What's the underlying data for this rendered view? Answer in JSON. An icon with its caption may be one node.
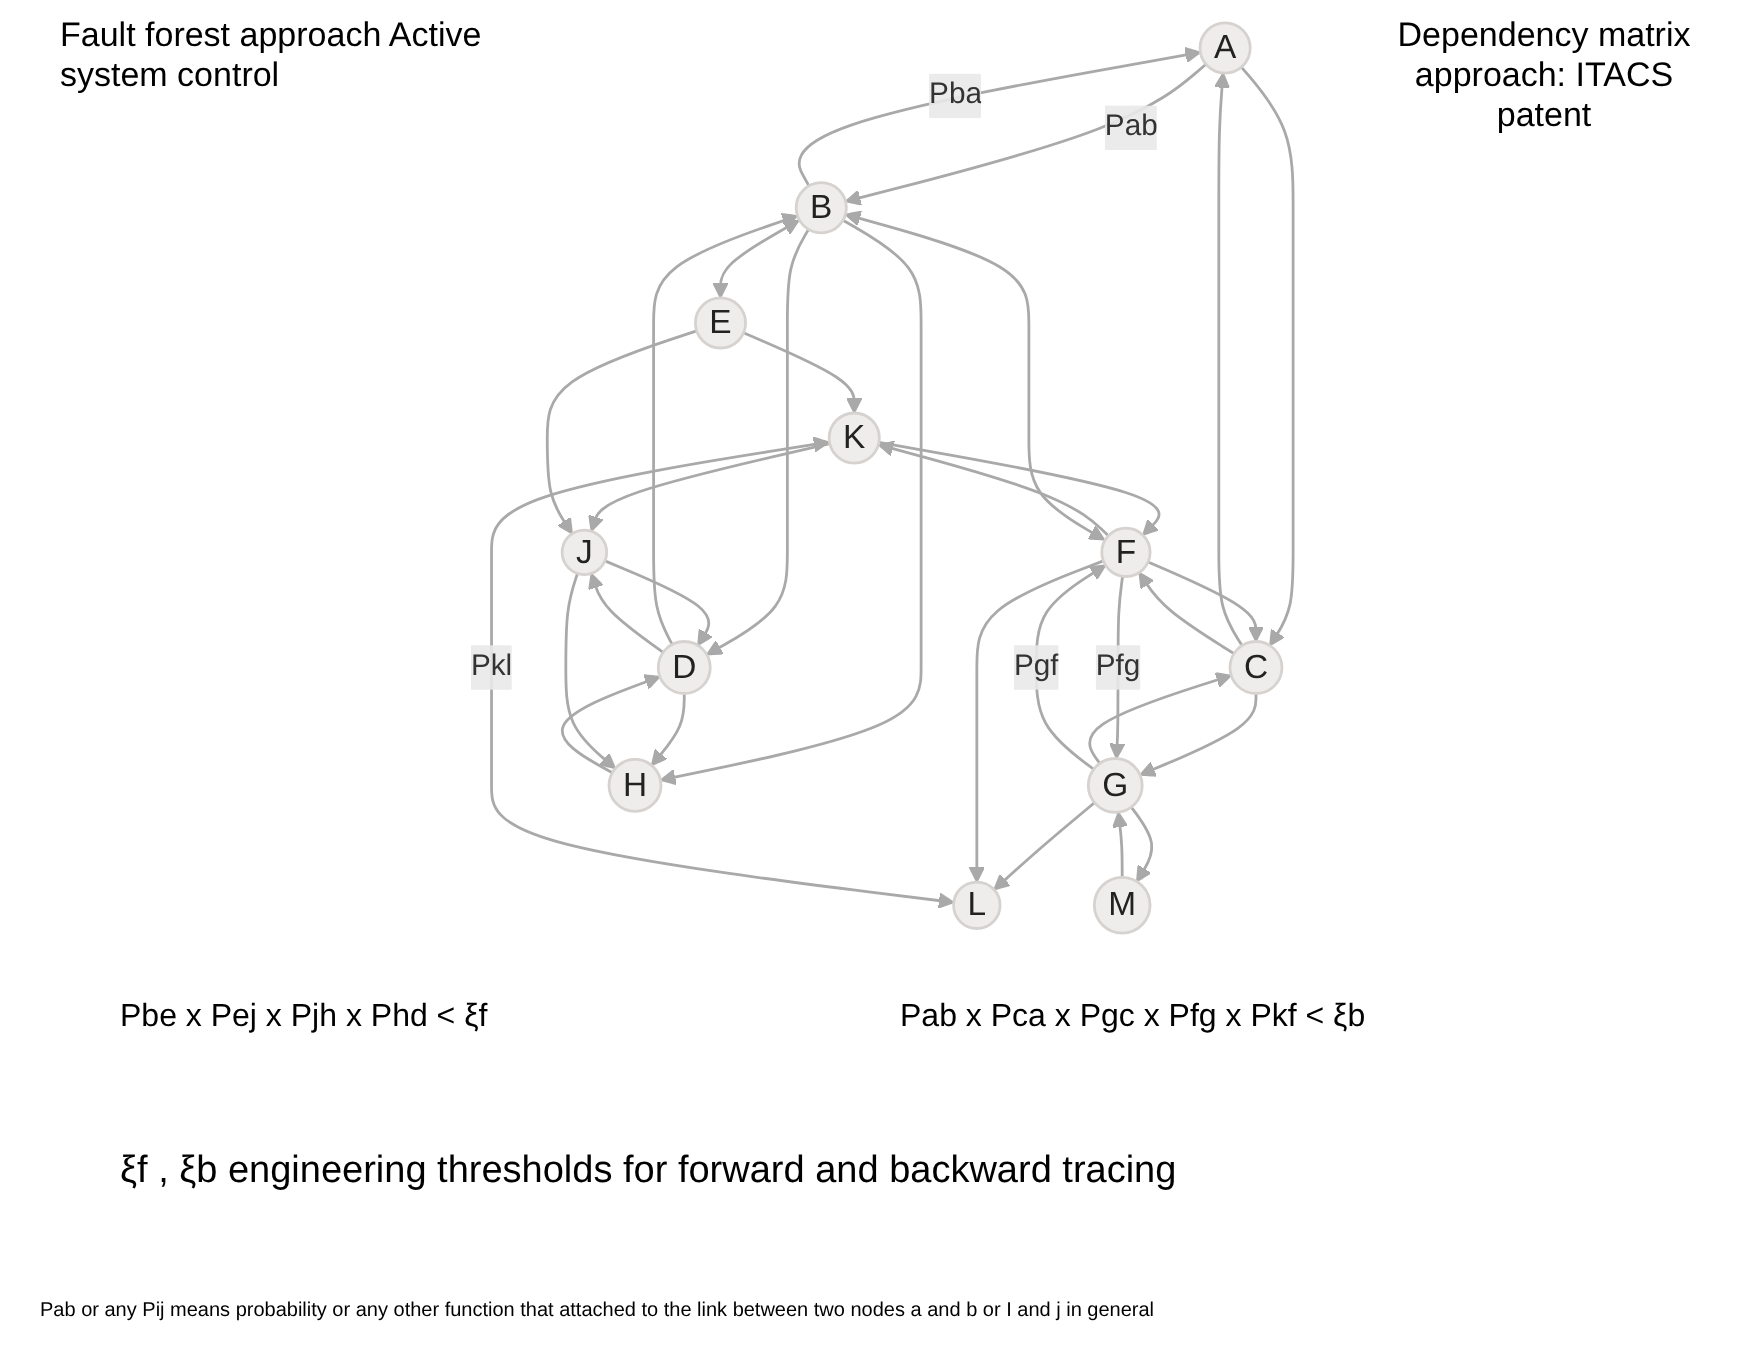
{
  "diagram": {
    "nodes": [
      {
        "text": [
          "A"
        ]
      },
      {
        "text": [
          "B"
        ]
      },
      {
        "text": [
          "C"
        ]
      },
      {
        "text": [
          "D"
        ]
      },
      {
        "text": [
          "E"
        ]
      },
      {
        "text": [
          "F"
        ]
      },
      {
        "text": [
          "G"
        ]
      },
      {
        "text": [
          "H"
        ]
      },
      {
        "text": [
          "J"
        ]
      },
      {
        "text": [
          "K"
        ]
      },
      {
        "text": [
          "L"
        ]
      },
      {
        "text": [
          "M"
        ]
      }
    ],
    "edges": [
      {
        "from": 1,
        "to": 0,
        "arrow": "to",
        "label": "Pba"
      },
      {
        "from": 0,
        "to": 1,
        "arrow": "to",
        "label": "Pab"
      },
      {
        "from": 0,
        "to": 2,
        "arrow": "to"
      },
      {
        "from": 2,
        "to": 0,
        "arrow": "to"
      },
      {
        "from": 2,
        "to": 6,
        "arrow": "to"
      },
      {
        "from": 6,
        "to": 2,
        "arrow": "to"
      },
      {
        "from": 5,
        "to": 2,
        "arrow": "to"
      },
      {
        "from": 2,
        "to": 5,
        "arrow": "to"
      },
      {
        "from": 5,
        "to": 6,
        "arrow": "to",
        "label": "Pfg"
      },
      {
        "from": 6,
        "to": 5,
        "arrow": "to",
        "label": "Pgf"
      },
      {
        "from": 6,
        "to": 10,
        "arrow": "to"
      },
      {
        "from": 5,
        "to": 10,
        "arrow": "to"
      },
      {
        "from": 6,
        "to": 11,
        "arrow": "to"
      },
      {
        "from": 11,
        "to": 6,
        "arrow": "to"
      },
      {
        "from": 9,
        "to": 10,
        "arrow": "both",
        "label": "Pkl"
      },
      {
        "from": 5,
        "to": 9,
        "arrow": "to"
      },
      {
        "from": 9,
        "to": 5,
        "arrow": "to"
      },
      {
        "from": 9,
        "to": 8,
        "arrow": "to"
      },
      {
        "from": 4,
        "to": 9,
        "arrow": "to"
      },
      {
        "from": 4,
        "to": 8,
        "arrow": "to"
      },
      {
        "from": 1,
        "to": 4,
        "arrow": "both"
      },
      {
        "from": 5,
        "to": 1,
        "arrow": "both"
      },
      {
        "from": 1,
        "to": 3,
        "arrow": "to"
      },
      {
        "from": 3,
        "to": 1,
        "arrow": "to"
      },
      {
        "from": 1,
        "to": 7,
        "arrow": "to"
      },
      {
        "from": 3,
        "to": 7,
        "arrow": "to"
      },
      {
        "from": 7,
        "to": 3,
        "arrow": "to"
      },
      {
        "from": 3,
        "to": 8,
        "arrow": "to"
      },
      {
        "from": 8,
        "to": 3,
        "arrow": "to"
      },
      {
        "from": 8,
        "to": 7,
        "arrow": "to"
      }
    ],
    "labels": [
      "Fault forest approach Active system control",
      "Dependency matrix approach: ITACS patent",
      "Pbe x Pej x Pjh x Phd < ξf",
      "Pab x Pca x Pgc x Pfg x Pkf < ξb",
      "ξf , ξb engineering thresholds for forward and backward tracing",
      "Pab or any Pij means probability or any other function that attached to the link between two nodes a and b or I and j in general"
    ]
  }
}
